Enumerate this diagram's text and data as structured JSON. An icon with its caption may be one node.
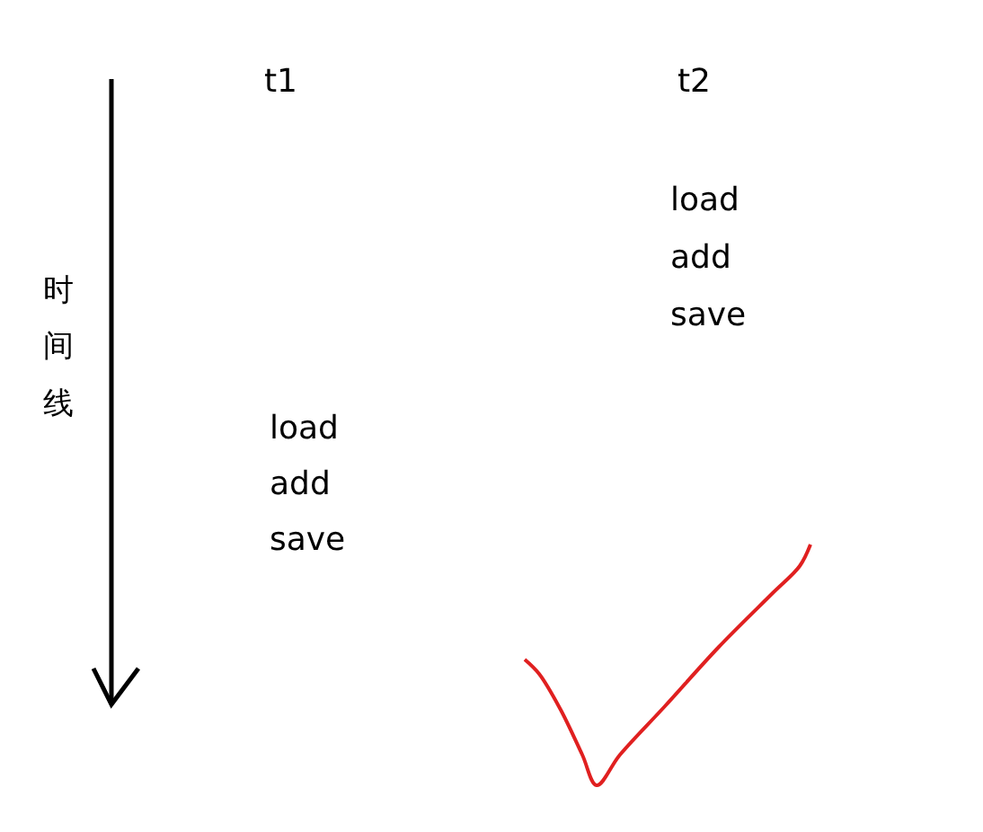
{
  "diagram": {
    "labels": [
      "t1",
      "t2",
      "load",
      "add",
      "save",
      "时间线",
      "load",
      "add",
      "save"
    ]
  }
}
